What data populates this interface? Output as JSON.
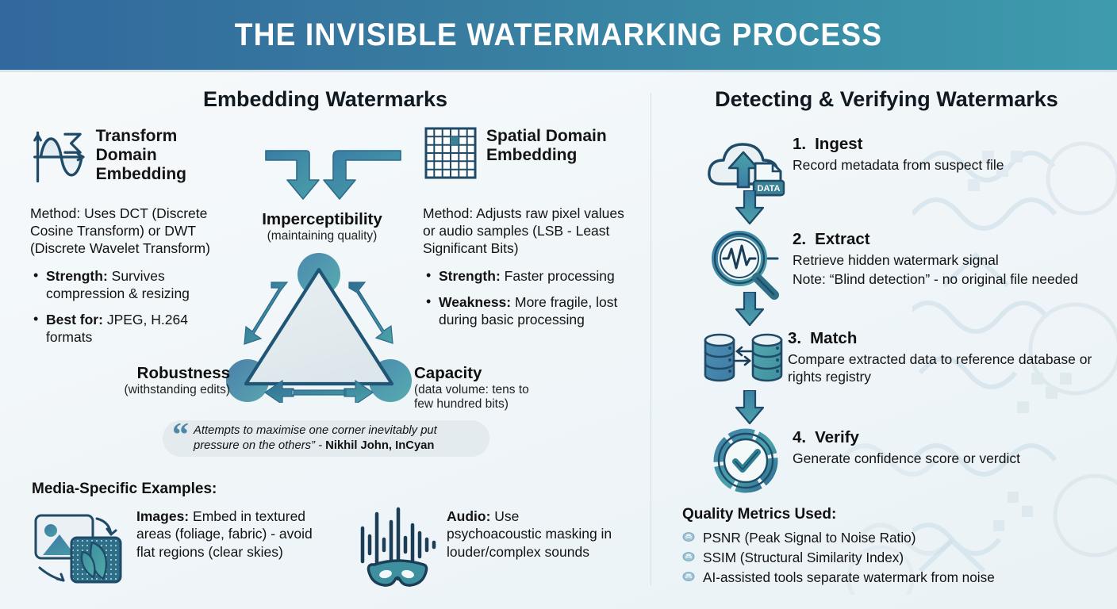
{
  "header": {
    "title": "The Invisible Watermarking Process"
  },
  "colors": {
    "header_left": "#31689E",
    "header_right": "#3E9BAD",
    "accent_teal": "#3E8FA0",
    "accent_blue": "#2E6A93",
    "ink": "#101820",
    "page_bg": "#F4F8FA",
    "quote_bg": "#E3EBEF"
  },
  "left": {
    "title": "Embedding Watermarks",
    "transform": {
      "icon": "sine-wave-sigma-icon",
      "heading_line1": "Transform Domain",
      "heading_line2": "Embedding",
      "method": "Method: Uses DCT (Discrete Cosine Transform) or DWT (Discrete Wavelet Transform)",
      "bullets": [
        {
          "label": "Strength:",
          "text": "Survives compression & resizing"
        },
        {
          "label": "Best for:",
          "text": "JPEG, H.264 formats"
        }
      ]
    },
    "spatial": {
      "icon": "pixel-grid-icon",
      "heading_line1": "Spatial Domain",
      "heading_line2": "Embedding",
      "method": "Method: Adjusts raw pixel values or audio samples (LSB - Least Significant Bits)",
      "bullets": [
        {
          "label": "Strength:",
          "text": "Faster processing"
        },
        {
          "label": "Weakness:",
          "text": "More fragile, lost during basic processing"
        }
      ]
    },
    "triangle": {
      "top": {
        "title": "Imperceptibility",
        "sub": "(maintaining quality)"
      },
      "left": {
        "title": "Robustness",
        "sub": "(withstanding edits)"
      },
      "right": {
        "title": "Capacity",
        "sub": "(data volume: tens to few hundred bits)"
      }
    },
    "quote": {
      "mark": "“",
      "text": "Attempts to maximise one corner inevitably put pressure on the others” - ",
      "attribution": "Nikhil John, InCyan"
    },
    "media": {
      "title": "Media-Specific Examples:",
      "items": [
        {
          "icon": "image-texture-icon",
          "label": "Images:",
          "text": "Embed in textured areas (foliage, fabric) - avoid flat regions (clear skies)"
        },
        {
          "icon": "audio-wave-mask-icon",
          "label": "Audio:",
          "text": "Use psychoacoustic masking in louder/complex sounds"
        }
      ]
    }
  },
  "right": {
    "title": "Detecting & Verifying Watermarks",
    "steps": [
      {
        "num": "1.",
        "name": "Ingest",
        "desc": "Record metadata from suspect file",
        "note": "",
        "icon": "cloud-upload-data-icon"
      },
      {
        "num": "2.",
        "name": "Extract",
        "desc": "Retrieve hidden watermark signal",
        "note": "Note: “Blind detection” - no original file needed",
        "icon": "magnifier-signal-icon"
      },
      {
        "num": "3.",
        "name": "Match",
        "desc": "Compare extracted data to reference database or rights registry",
        "note": "",
        "icon": "database-compare-icon"
      },
      {
        "num": "4.",
        "name": "Verify",
        "desc": "Generate confidence score or verdict",
        "note": "",
        "icon": "check-circle-icon"
      }
    ],
    "metrics": {
      "title": "Quality Metrics Used:",
      "items": [
        "PSNR (Peak Signal to Noise Ratio)",
        "SSIM (Structural Similarity Index)",
        "AI-assisted tools separate watermark from noise"
      ]
    }
  },
  "icon_labels": {
    "data_file": "DATA"
  }
}
